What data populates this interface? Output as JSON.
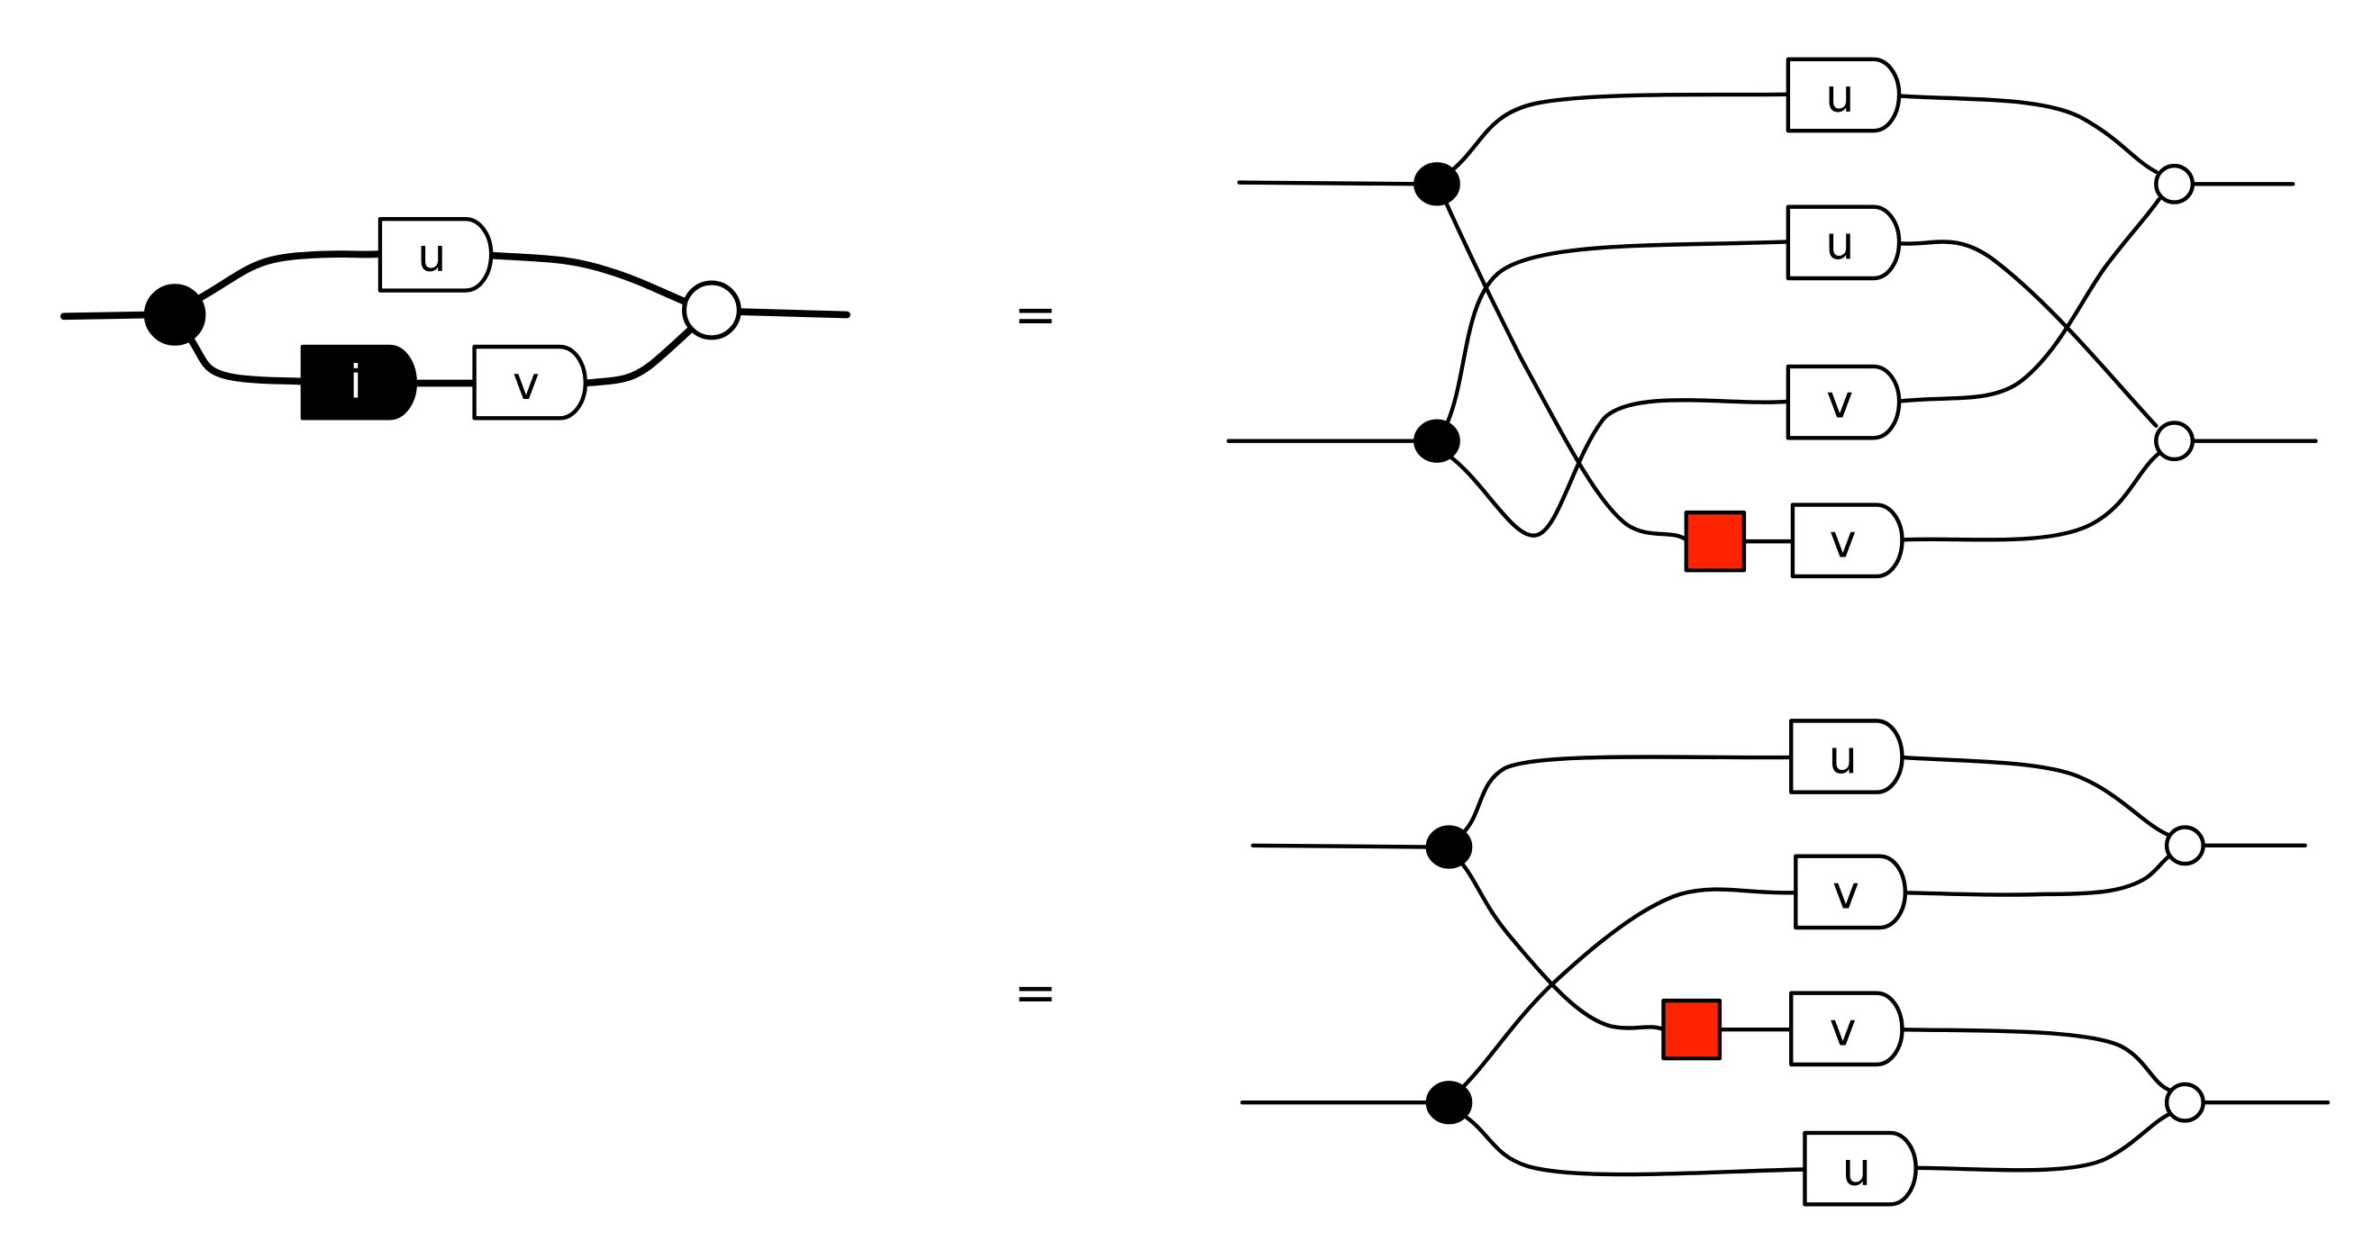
{
  "figure": {
    "description": "String diagram equation: a copy-node circuit with boxes u, i, v equals two expanded circuits",
    "colors": {
      "wire": "#000000",
      "box_fill": "#ffffff",
      "inverted_box_fill": "#000000",
      "highlight_box": "#ff2400",
      "copy_node": "#000000",
      "merge_node": "#ffffff"
    }
  },
  "equals_signs": [
    "=",
    "="
  ],
  "left_diagram": {
    "name": "lhs",
    "nodes": {
      "split": "black-dot",
      "merge": "white-dot"
    },
    "boxes": [
      {
        "label": "u",
        "style": "white"
      },
      {
        "label": "i",
        "style": "black"
      },
      {
        "label": "v",
        "style": "white"
      }
    ]
  },
  "right_top_diagram": {
    "name": "rhs-1",
    "nodes": {
      "splits": [
        "black-dot",
        "black-dot"
      ],
      "merges": [
        "white-dot",
        "white-dot"
      ]
    },
    "boxes": [
      {
        "label": "u",
        "style": "white"
      },
      {
        "label": "u",
        "style": "white"
      },
      {
        "label": "v",
        "style": "white"
      },
      {
        "label": "",
        "style": "red"
      },
      {
        "label": "v",
        "style": "white"
      }
    ]
  },
  "right_bottom_diagram": {
    "name": "rhs-2",
    "nodes": {
      "splits": [
        "black-dot",
        "black-dot"
      ],
      "merges": [
        "white-dot",
        "white-dot"
      ]
    },
    "boxes": [
      {
        "label": "u",
        "style": "white"
      },
      {
        "label": "v",
        "style": "white"
      },
      {
        "label": "",
        "style": "red"
      },
      {
        "label": "v",
        "style": "white"
      },
      {
        "label": "u",
        "style": "white"
      }
    ]
  }
}
